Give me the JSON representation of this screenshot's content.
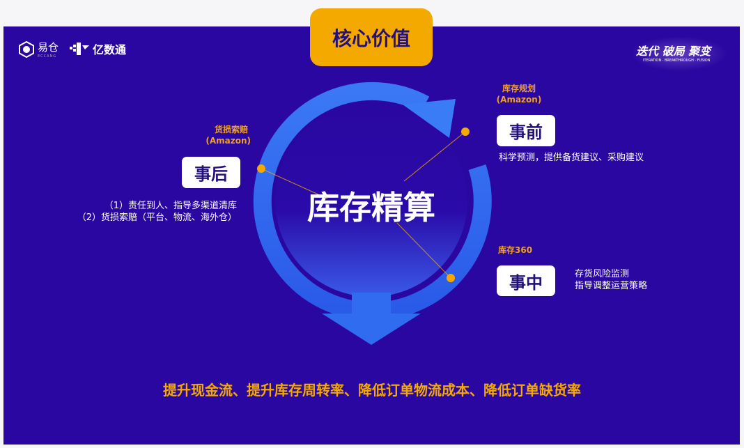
{
  "title": "核心价值",
  "logos": {
    "ecang": "易仓",
    "ecang_sub": "ECCANG",
    "yishutong": "亿数通",
    "campaign": "迭代 破局 聚变",
    "campaign_sub": "ITERATION · BREAKTHROUGH · FUSION"
  },
  "center_label": "库存精算",
  "stages": {
    "before": {
      "tag": "库存规划",
      "tag_sub": "(Amazon)",
      "label": "事前",
      "desc": [
        "科学预测，提供备货建议、采购建议"
      ]
    },
    "during": {
      "tag": "库存360",
      "label": "事中",
      "desc": [
        "存货风险监测",
        "指导调整运营策略"
      ]
    },
    "after": {
      "tag": "货损索赔",
      "tag_sub": "(Amazon)",
      "label": "事后",
      "desc": [
        "（1）责任到人、指导多渠道清库",
        "（2）货损索赔（平台、物流、海外仓）"
      ]
    }
  },
  "bottom_text": "提升现金流、提升库存周转率、降低订单物流成本、降低订单缺货率",
  "colors": {
    "background": "#2a07a0",
    "accent": "#f4a900",
    "ring": "#2f6cf0",
    "label_text": "#24107a"
  }
}
